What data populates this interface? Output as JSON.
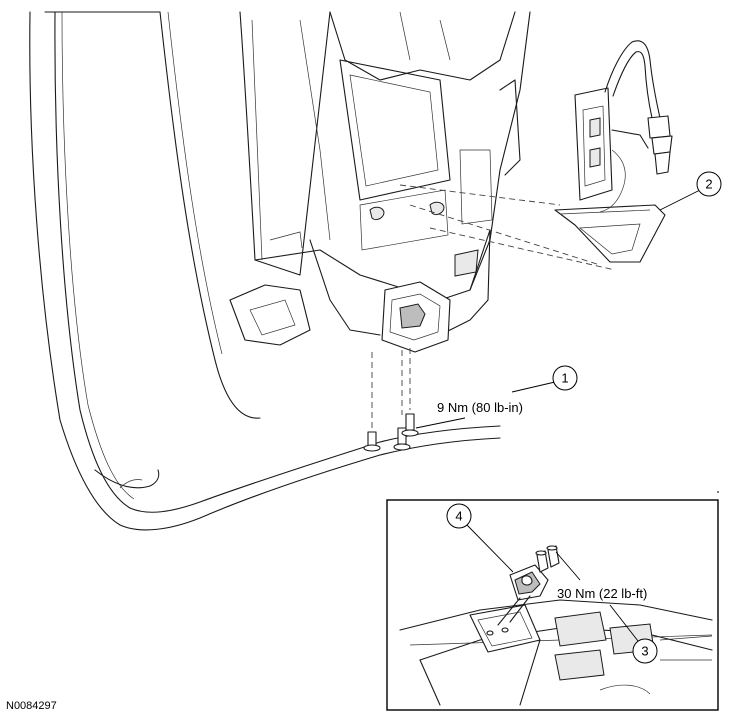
{
  "figure_id": "N0084297",
  "callouts": [
    {
      "number": "1",
      "label": "9 Nm (80 lb-in)"
    },
    {
      "number": "2",
      "label": ""
    },
    {
      "number": "3",
      "label": ""
    },
    {
      "number": "4",
      "label": "30 Nm (22 lb-ft)"
    }
  ]
}
